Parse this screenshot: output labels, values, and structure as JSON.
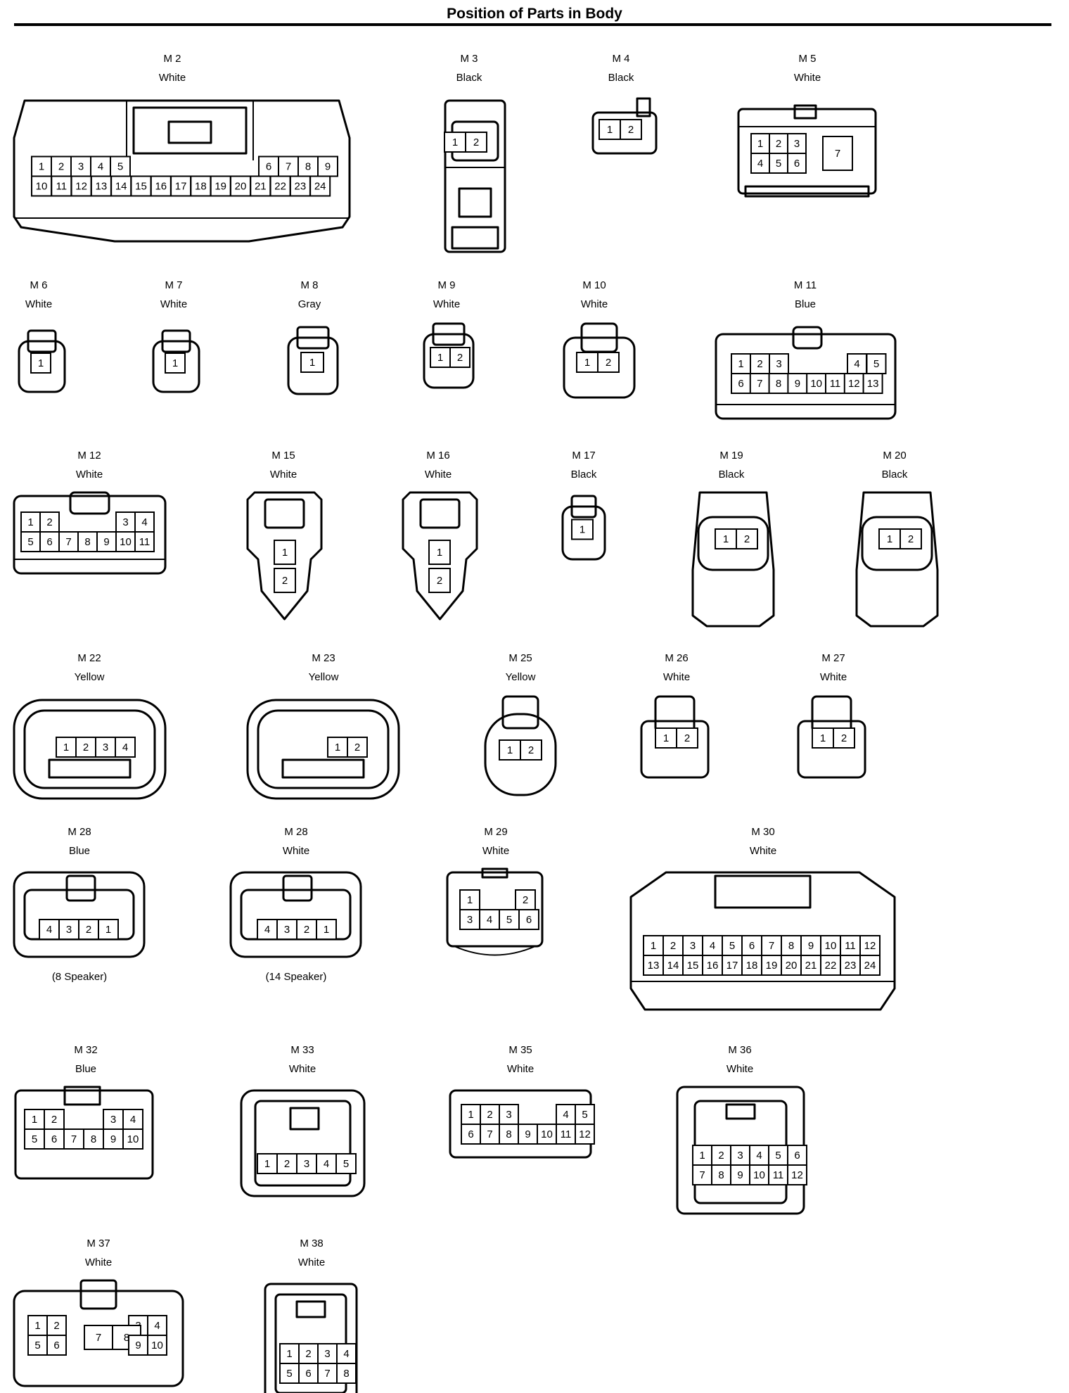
{
  "page": {
    "title": "Position of Parts in Body"
  },
  "connectors": [
    {
      "id": "M 2",
      "color": "White",
      "rows": [
        [
          "1",
          "2",
          "3",
          "4",
          "5",
          "6",
          "7",
          "8",
          "9"
        ],
        [
          "10",
          "11",
          "12",
          "13",
          "14",
          "15",
          "16",
          "17",
          "18",
          "19",
          "20",
          "21",
          "22",
          "23",
          "24"
        ]
      ]
    },
    {
      "id": "M 3",
      "color": "Black",
      "rows": [
        [
          "1",
          "2"
        ]
      ]
    },
    {
      "id": "M 4",
      "color": "Black",
      "rows": [
        [
          "1",
          "2"
        ]
      ]
    },
    {
      "id": "M 5",
      "color": "White",
      "rows": [
        [
          "1",
          "2",
          "3",
          "7"
        ],
        [
          "4",
          "5",
          "6"
        ]
      ]
    },
    {
      "id": "M 6",
      "color": "White",
      "rows": [
        [
          "1"
        ]
      ]
    },
    {
      "id": "M 7",
      "color": "White",
      "rows": [
        [
          "1"
        ]
      ]
    },
    {
      "id": "M 8",
      "color": "Gray",
      "rows": [
        [
          "1"
        ]
      ]
    },
    {
      "id": "M 9",
      "color": "White",
      "rows": [
        [
          "1",
          "2"
        ]
      ]
    },
    {
      "id": "M 10",
      "color": "White",
      "rows": [
        [
          "1",
          "2"
        ]
      ]
    },
    {
      "id": "M 11",
      "color": "Blue",
      "rows": [
        [
          "1",
          "2",
          "3",
          "4",
          "5"
        ],
        [
          "6",
          "7",
          "8",
          "9",
          "10",
          "11",
          "12",
          "13"
        ]
      ]
    },
    {
      "id": "M 12",
      "color": "White",
      "rows": [
        [
          "1",
          "2",
          "3",
          "4"
        ],
        [
          "5",
          "6",
          "7",
          "8",
          "9",
          "10",
          "11"
        ]
      ]
    },
    {
      "id": "M 15",
      "color": "White",
      "rows": [
        [
          "1"
        ],
        [
          "2"
        ]
      ]
    },
    {
      "id": "M 16",
      "color": "White",
      "rows": [
        [
          "1"
        ],
        [
          "2"
        ]
      ]
    },
    {
      "id": "M 17",
      "color": "Black",
      "rows": [
        [
          "1"
        ]
      ]
    },
    {
      "id": "M 19",
      "color": "Black",
      "rows": [
        [
          "1",
          "2"
        ]
      ]
    },
    {
      "id": "M 20",
      "color": "Black",
      "rows": [
        [
          "1",
          "2"
        ]
      ]
    },
    {
      "id": "M 22",
      "color": "Yellow",
      "rows": [
        [
          "1",
          "2",
          "3",
          "4"
        ]
      ]
    },
    {
      "id": "M 23",
      "color": "Yellow",
      "rows": [
        [
          "1",
          "2"
        ]
      ]
    },
    {
      "id": "M 25",
      "color": "Yellow",
      "rows": [
        [
          "1",
          "2"
        ]
      ]
    },
    {
      "id": "M 26",
      "color": "White",
      "rows": [
        [
          "1",
          "2"
        ]
      ]
    },
    {
      "id": "M 27",
      "color": "White",
      "rows": [
        [
          "1",
          "2"
        ]
      ]
    },
    {
      "id": "M 28",
      "color": "Blue",
      "note": "(8 Speaker)",
      "rows": [
        [
          "4",
          "3",
          "2",
          "1"
        ]
      ]
    },
    {
      "id": "M 28",
      "color": "White",
      "note": "(14 Speaker)",
      "rows": [
        [
          "4",
          "3",
          "2",
          "1"
        ]
      ]
    },
    {
      "id": "M 29",
      "color": "White",
      "rows": [
        [
          "1",
          "2"
        ],
        [
          "3",
          "4",
          "5",
          "6"
        ]
      ]
    },
    {
      "id": "M 30",
      "color": "White",
      "rows": [
        [
          "1",
          "2",
          "3",
          "4",
          "5",
          "6",
          "7",
          "8",
          "9",
          "10",
          "11",
          "12"
        ],
        [
          "13",
          "14",
          "15",
          "16",
          "17",
          "18",
          "19",
          "20",
          "21",
          "22",
          "23",
          "24"
        ]
      ]
    },
    {
      "id": "M 32",
      "color": "Blue",
      "rows": [
        [
          "1",
          "2",
          "3",
          "4"
        ],
        [
          "5",
          "6",
          "7",
          "8",
          "9",
          "10"
        ]
      ]
    },
    {
      "id": "M 33",
      "color": "White",
      "rows": [
        [
          "1",
          "2",
          "3",
          "4",
          "5"
        ]
      ]
    },
    {
      "id": "M 35",
      "color": "White",
      "rows": [
        [
          "1",
          "2",
          "3",
          "4",
          "5"
        ],
        [
          "6",
          "7",
          "8",
          "9",
          "10",
          "11",
          "12"
        ]
      ]
    },
    {
      "id": "M 36",
      "color": "White",
      "rows": [
        [
          "1",
          "2",
          "3",
          "4",
          "5",
          "6"
        ],
        [
          "7",
          "8",
          "9",
          "10",
          "11",
          "12"
        ]
      ]
    },
    {
      "id": "M 37",
      "color": "White",
      "rows": [
        [
          "1",
          "2",
          "3",
          "4",
          "7",
          "8"
        ],
        [
          "5",
          "6",
          "9",
          "10"
        ]
      ]
    },
    {
      "id": "M 38",
      "color": "White",
      "rows": [
        [
          "1",
          "2",
          "3",
          "4"
        ],
        [
          "5",
          "6",
          "7",
          "8"
        ]
      ]
    }
  ]
}
